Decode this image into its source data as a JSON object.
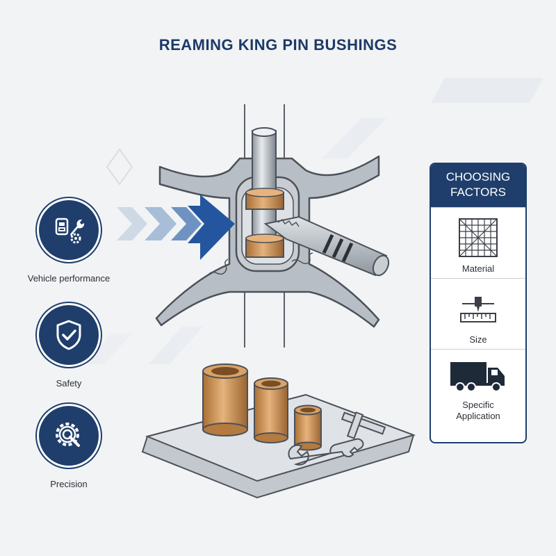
{
  "title": "REAMING KING PIN BUSHINGS",
  "benefits": [
    {
      "label": "Vehicle performance",
      "icon": "car-parts-wrench-gear-icon"
    },
    {
      "label": "Safety",
      "icon": "shield-check-icon"
    },
    {
      "label": "Precision",
      "icon": "gear-magnifier-icon"
    }
  ],
  "factors": {
    "heading_line1": "CHOOSING",
    "heading_line2": "FACTORS",
    "items": [
      {
        "label": "Material",
        "icon": "material-mesh-icon"
      },
      {
        "label": "Size",
        "icon": "caliper-ruler-icon"
      },
      {
        "label_line1": "Specific",
        "label_line2": "Application",
        "icon": "truck-icon"
      }
    ]
  },
  "colors": {
    "navy": "#1f3e6b",
    "bronze": "#c89052",
    "steel": "#a7aeb6",
    "arrow_blue": "#2456a0"
  }
}
